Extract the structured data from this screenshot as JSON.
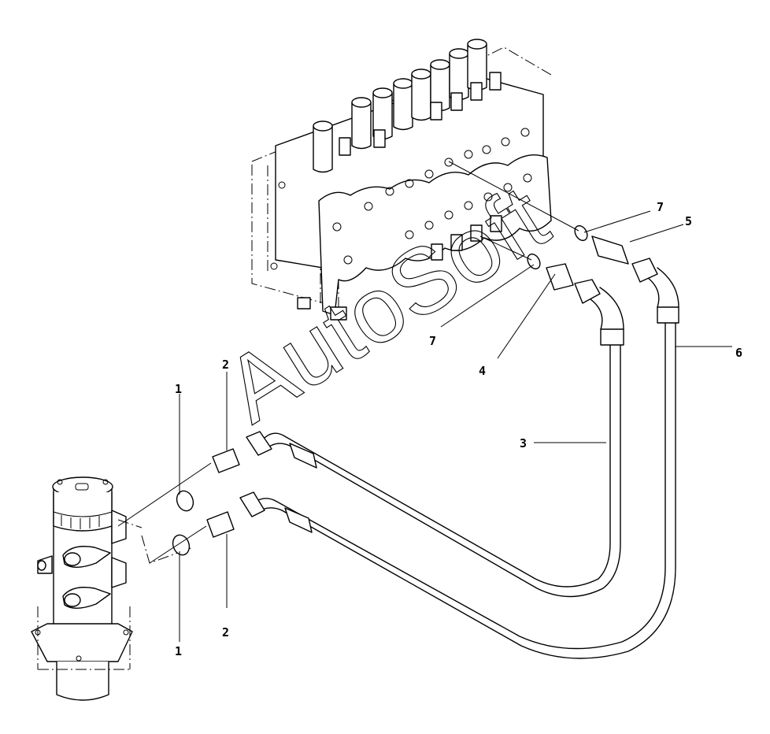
{
  "diagram": {
    "watermark": "AutoSoft",
    "callouts": [
      {
        "id": "c1a",
        "label": "1"
      },
      {
        "id": "c1b",
        "label": "1"
      },
      {
        "id": "c2a",
        "label": "2"
      },
      {
        "id": "c2b",
        "label": "2"
      },
      {
        "id": "c3",
        "label": "3"
      },
      {
        "id": "c4",
        "label": "4"
      },
      {
        "id": "c5",
        "label": "5"
      },
      {
        "id": "c6",
        "label": "6"
      },
      {
        "id": "c7a",
        "label": "7"
      },
      {
        "id": "c7b",
        "label": "7"
      }
    ]
  }
}
